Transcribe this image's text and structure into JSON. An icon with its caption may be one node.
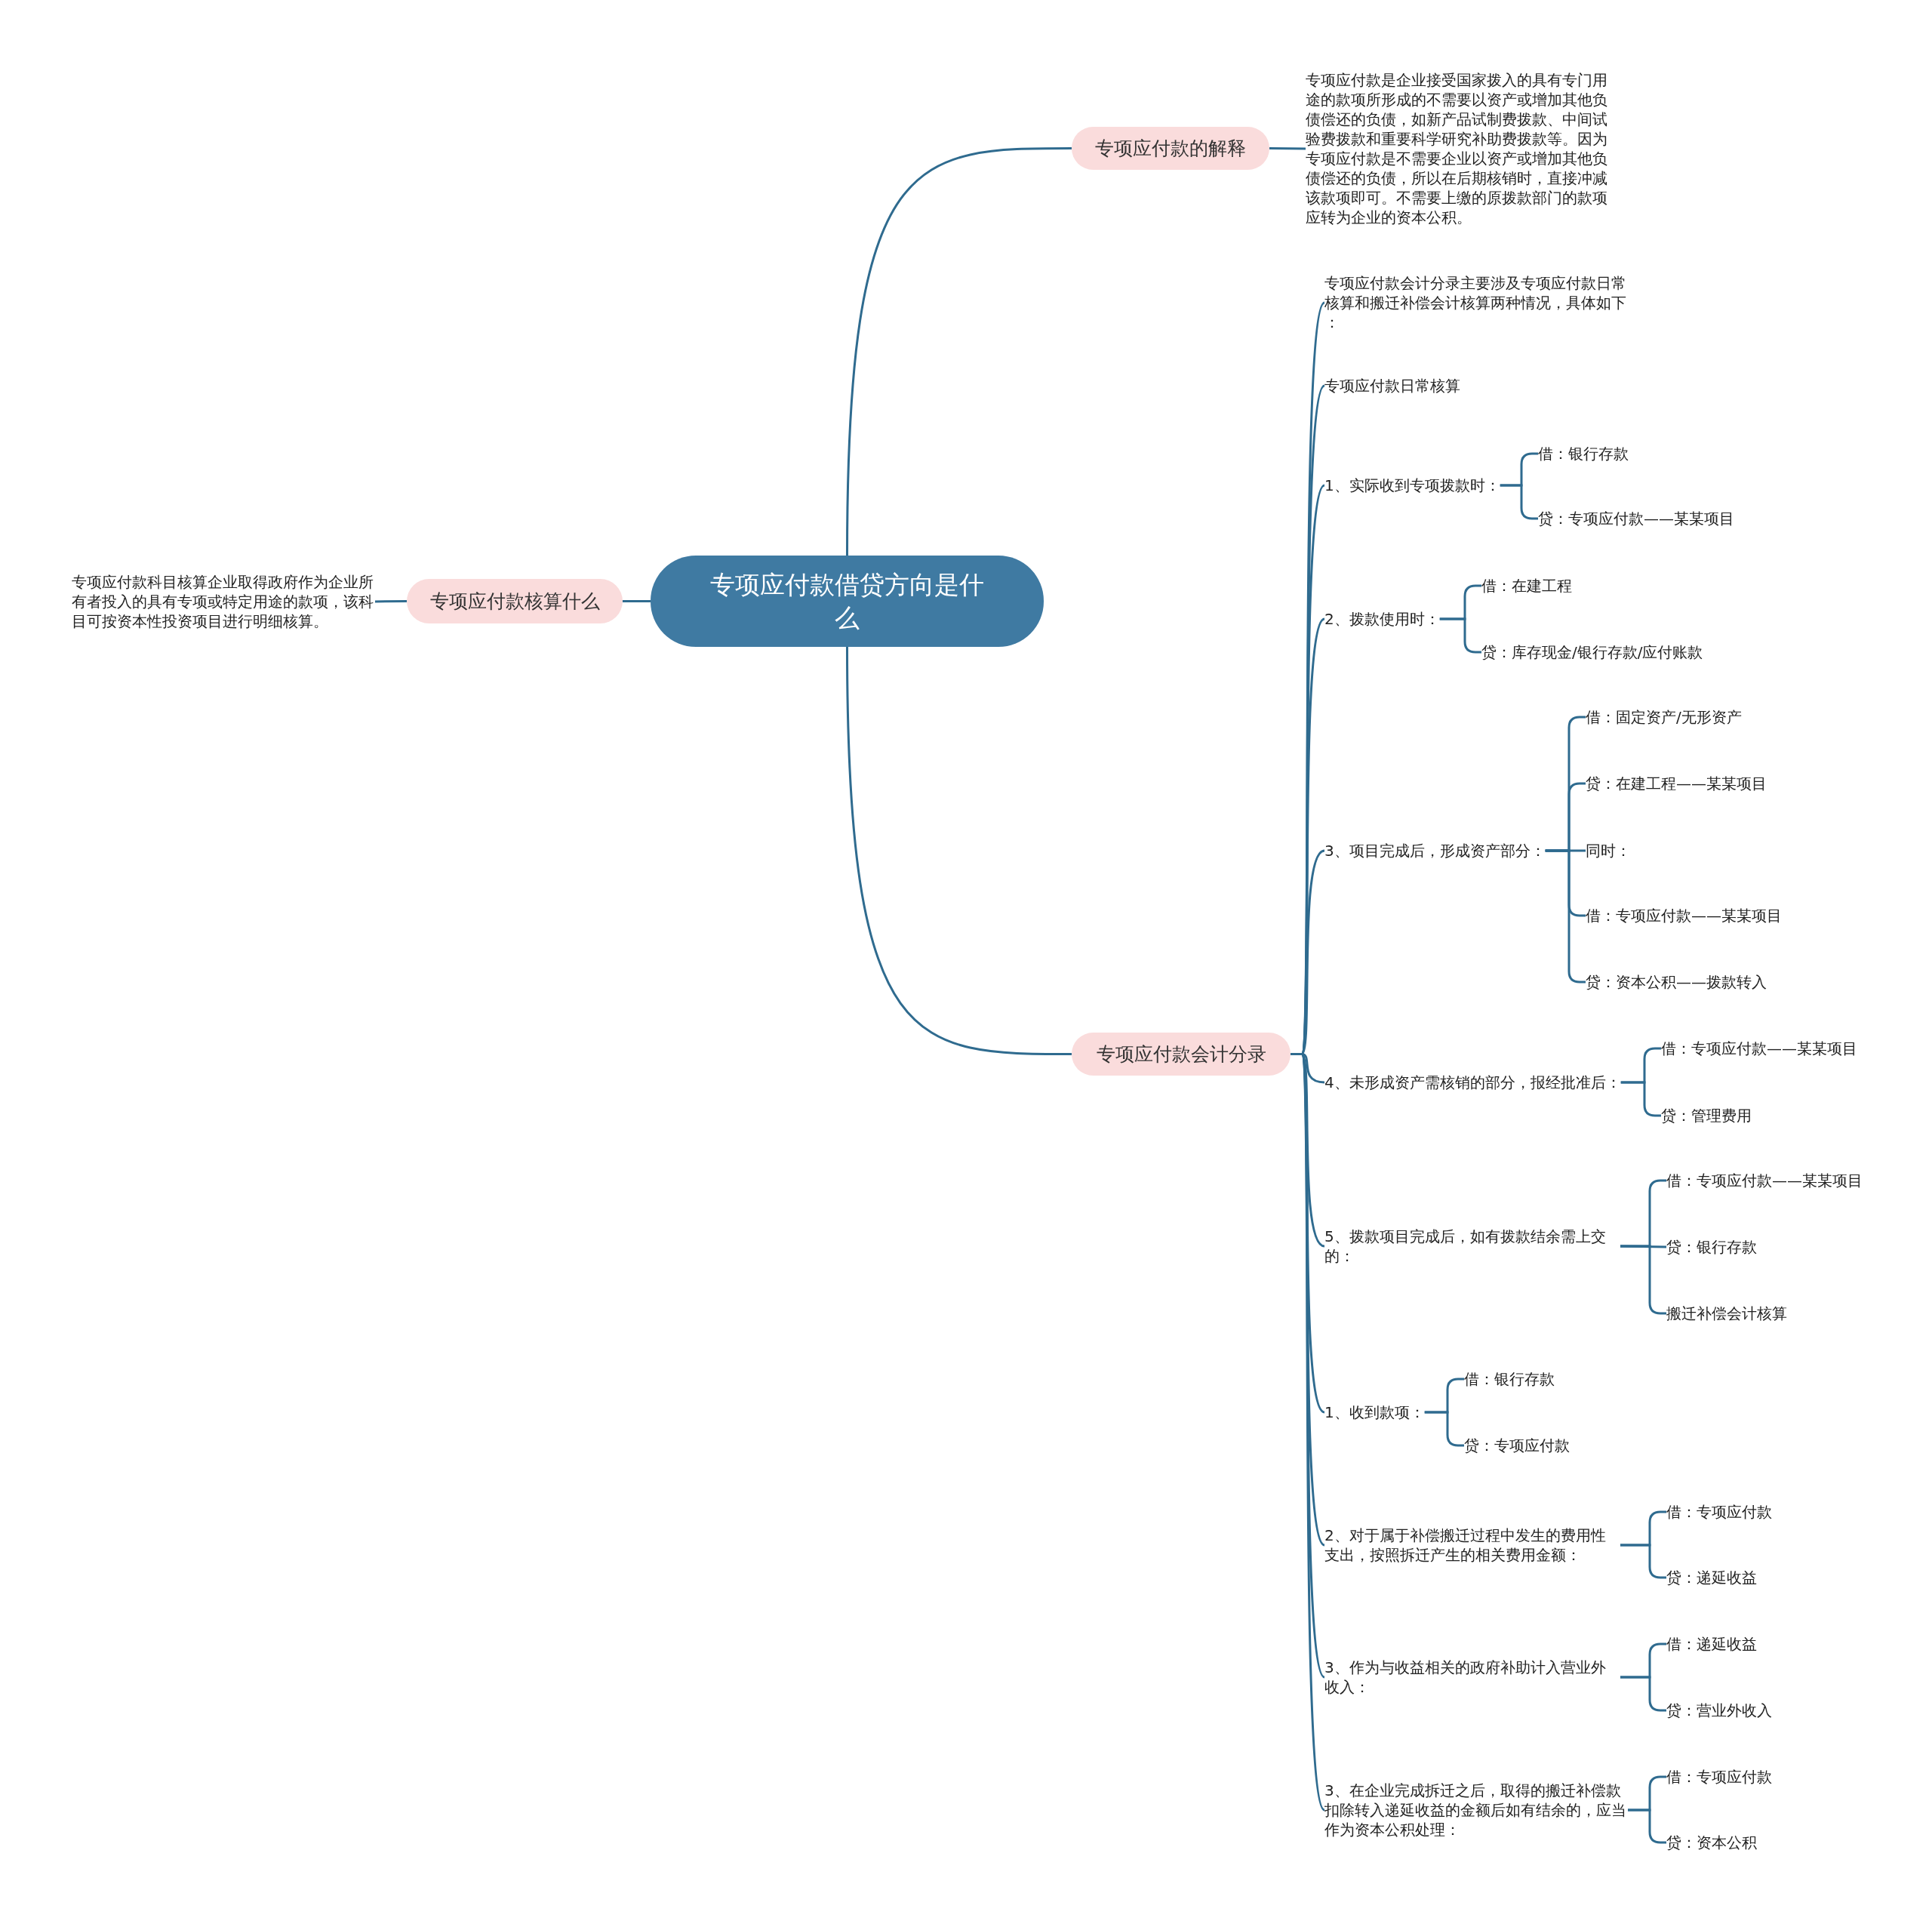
{
  "diagram": {
    "nodes": [
      {
        "text": [
          "专项应付款借贷方向是什么"
        ]
      },
      {
        "text": [
          "专项应付款的解释"
        ]
      },
      {
        "text": [
          "专项应付款是企业接受国家拨入的具有专门用途的款项所形成的不需要以资产或增加其他负债偿还的负债，如新产品试制费拨款、中间试验费拨款和重要科学研究补助费拨款等。因为专项应付款是不需要企业以资产或增加其他负债偿还的负债，所以在后期核销时，直接冲减该款项即可。不需要上缴的原拨款部门的款项应转为企业的资本公积。"
        ]
      },
      {
        "text": [
          "专项应付款会计分录"
        ]
      },
      {
        "text": [
          "专项应付款核算什么"
        ]
      },
      {
        "text": [
          "专项应付款科目核算企业取得政府作为企业所有者投入的具有专项或特定用途的款项，该科目可按资本性投资项目进行明细核算。"
        ]
      },
      {
        "text": [
          "专项应付款会计分录主要涉及专项应付款日常核算和搬迁补偿会计核算两种情况，具体如下："
        ]
      },
      {
        "text": [
          "专项应付款日常核算"
        ]
      },
      {
        "text": [
          "1、实际收到专项拨款时："
        ]
      },
      {
        "text": [
          "借：银行存款"
        ]
      },
      {
        "text": [
          "贷：专项应付款——某某项目"
        ]
      },
      {
        "text": [
          "2、拨款使用时："
        ]
      },
      {
        "text": [
          "借：在建工程"
        ]
      },
      {
        "text": [
          "贷：库存现金/银行存款/应付账款"
        ]
      },
      {
        "text": [
          "3、项目完成后，形成资产部分："
        ]
      },
      {
        "text": [
          "借：固定资产/无形资产"
        ]
      },
      {
        "text": [
          "贷：在建工程——某某项目"
        ]
      },
      {
        "text": [
          "同时："
        ]
      },
      {
        "text": [
          "借：专项应付款——某某项目"
        ]
      },
      {
        "text": [
          "贷：资本公积——拨款转入"
        ]
      },
      {
        "text": [
          "4、未形成资产需核销的部分，报经批准后："
        ]
      },
      {
        "text": [
          "借：专项应付款——某某项目"
        ]
      },
      {
        "text": [
          "贷：管理费用"
        ]
      },
      {
        "text": [
          "5、拨款项目完成后，如有拨款结余需上交的："
        ]
      },
      {
        "text": [
          "借：专项应付款——某某项目"
        ]
      },
      {
        "text": [
          "贷：银行存款"
        ]
      },
      {
        "text": [
          "搬迁补偿会计核算"
        ]
      },
      {
        "text": [
          "1、收到款项："
        ]
      },
      {
        "text": [
          "借：银行存款"
        ]
      },
      {
        "text": [
          "贷：专项应付款"
        ]
      },
      {
        "text": [
          "2、对于属于补偿搬迁过程中发生的费用性支出，按照拆迁产生的相关费用金额："
        ]
      },
      {
        "text": [
          "借：专项应付款"
        ]
      },
      {
        "text": [
          "贷：递延收益"
        ]
      },
      {
        "text": [
          "3、作为与收益相关的政府补助计入营业外收入："
        ]
      },
      {
        "text": [
          "借：递延收益"
        ]
      },
      {
        "text": [
          "贷：营业外收入"
        ]
      },
      {
        "text": [
          "3、在企业完成拆迁之后，取得的搬迁补偿款扣除转入递延收益的金额后如有结余的，应当作为资本公积处理："
        ]
      },
      {
        "text": [
          "借：专项应付款"
        ]
      },
      {
        "text": [
          "贷：资本公积"
        ]
      }
    ],
    "edges": [
      {
        "from": 0,
        "to": 1,
        "arrow": "none"
      },
      {
        "from": 1,
        "to": 2,
        "arrow": "none"
      },
      {
        "from": 0,
        "to": 3,
        "arrow": "none"
      },
      {
        "from": 0,
        "to": 4,
        "arrow": "none"
      },
      {
        "from": 4,
        "to": 5,
        "arrow": "none"
      },
      {
        "from": 3,
        "to": 6,
        "arrow": "none"
      },
      {
        "from": 3,
        "to": 7,
        "arrow": "none"
      },
      {
        "from": 3,
        "to": 8,
        "arrow": "none"
      },
      {
        "from": 8,
        "to": 9,
        "arrow": "none"
      },
      {
        "from": 8,
        "to": 10,
        "arrow": "none"
      },
      {
        "from": 3,
        "to": 11,
        "arrow": "none"
      },
      {
        "from": 11,
        "to": 12,
        "arrow": "none"
      },
      {
        "from": 11,
        "to": 13,
        "arrow": "none"
      },
      {
        "from": 3,
        "to": 14,
        "arrow": "none"
      },
      {
        "from": 14,
        "to": 15,
        "arrow": "none"
      },
      {
        "from": 14,
        "to": 16,
        "arrow": "none"
      },
      {
        "from": 14,
        "to": 17,
        "arrow": "none"
      },
      {
        "from": 14,
        "to": 18,
        "arrow": "none"
      },
      {
        "from": 14,
        "to": 19,
        "arrow": "none"
      },
      {
        "from": 3,
        "to": 20,
        "arrow": "none"
      },
      {
        "from": 20,
        "to": 21,
        "arrow": "none"
      },
      {
        "from": 20,
        "to": 22,
        "arrow": "none"
      },
      {
        "from": 3,
        "to": 23,
        "arrow": "none"
      },
      {
        "from": 23,
        "to": 24,
        "arrow": "none"
      },
      {
        "from": 23,
        "to": 25,
        "arrow": "none"
      },
      {
        "from": 23,
        "to": 26,
        "arrow": "none"
      },
      {
        "from": 3,
        "to": 27,
        "arrow": "none"
      },
      {
        "from": 27,
        "to": 28,
        "arrow": "none"
      },
      {
        "from": 27,
        "to": 29,
        "arrow": "none"
      },
      {
        "from": 3,
        "to": 30,
        "arrow": "none"
      },
      {
        "from": 30,
        "to": 31,
        "arrow": "none"
      },
      {
        "from": 30,
        "to": 32,
        "arrow": "none"
      },
      {
        "from": 3,
        "to": 33,
        "arrow": "none"
      },
      {
        "from": 33,
        "to": 34,
        "arrow": "none"
      },
      {
        "from": 33,
        "to": 35,
        "arrow": "none"
      },
      {
        "from": 3,
        "to": 36,
        "arrow": "none"
      },
      {
        "from": 36,
        "to": 37,
        "arrow": "none"
      },
      {
        "from": 36,
        "to": 38,
        "arrow": "none"
      }
    ]
  }
}
